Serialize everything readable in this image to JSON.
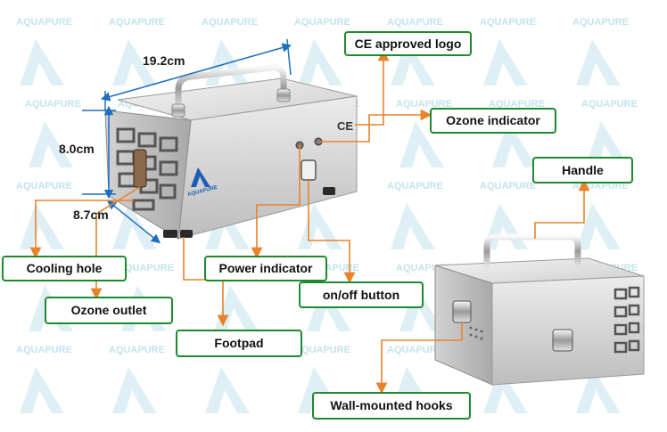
{
  "watermark": {
    "brand": "AQUAPURE"
  },
  "dimensions": {
    "length": "19.2cm",
    "height": "8.0cm",
    "width": "8.7cm"
  },
  "labels": {
    "ce_logo": "CE approved logo",
    "ozone_indicator": "Ozone indicator",
    "handle": "Handle",
    "cooling_hole": "Cooling hole",
    "power_indicator": "Power indicator",
    "on_off_button": "on/off button",
    "ozone_outlet": "Ozone outlet",
    "footpad": "Footpad",
    "wall_hooks": "Wall-mounted hooks"
  },
  "device": {
    "brand": "AQUAPURE",
    "ce_mark": "CE"
  },
  "colors": {
    "label_border": "#1e8a2e",
    "leader_line": "#e8832a",
    "dimension_line": "#1f6fbf",
    "watermark": "#c3e3ee"
  }
}
